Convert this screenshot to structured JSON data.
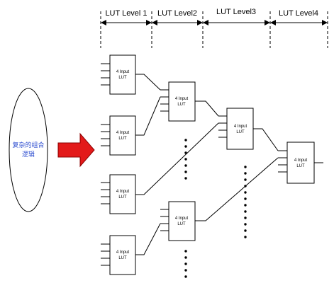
{
  "levels": [
    "LUT Level 1",
    "LUT Level2",
    "LUT Level3",
    "LUT Level4"
  ],
  "lut": {
    "line1": "4 Input",
    "line2": "LUT"
  },
  "source": {
    "line1": "复杂的组合",
    "line2": "逻辑"
  },
  "colors": {
    "arrow": "#e31a1a",
    "arrow_edge": "#8a0000",
    "source_text": "#2f4fd0",
    "stroke": "#000000"
  }
}
